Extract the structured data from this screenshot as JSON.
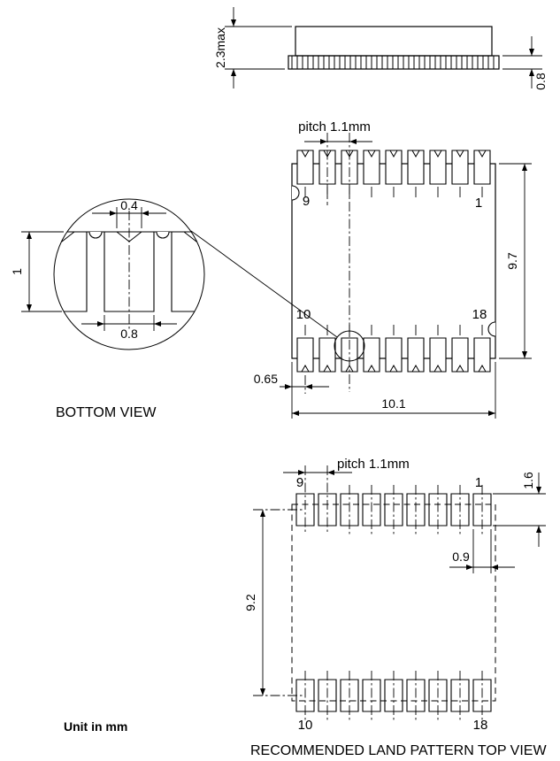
{
  "side_view": {
    "height_dim": "2.3max",
    "lead_dim": "0.8"
  },
  "bottom_view": {
    "title": "BOTTOM VIEW",
    "pitch_label": "pitch 1.1mm",
    "pin_top_left": "9",
    "pin_top_right": "1",
    "pin_bottom_left": "10",
    "pin_bottom_right": "18",
    "body_height_dim": "9.7",
    "pin_offset_dim": "0.65",
    "body_width_dim": "10.1"
  },
  "pin_detail": {
    "notch_width_dim": "0.4",
    "pin_length_dim": "1",
    "pin_width_dim": "0.8"
  },
  "land_pattern": {
    "caption": "RECOMMENDED LAND PATTERN TOP VIEW",
    "pitch_label": "pitch 1.1mm",
    "pin_top_left": "9",
    "pin_top_right": "1",
    "pin_bottom_left": "10",
    "pin_bottom_right": "18",
    "pad_height_dim": "1.6",
    "pad_width_dim": "0.9",
    "row_pitch_dim": "9.2"
  },
  "footer": {
    "unit_note": "Unit in mm"
  }
}
